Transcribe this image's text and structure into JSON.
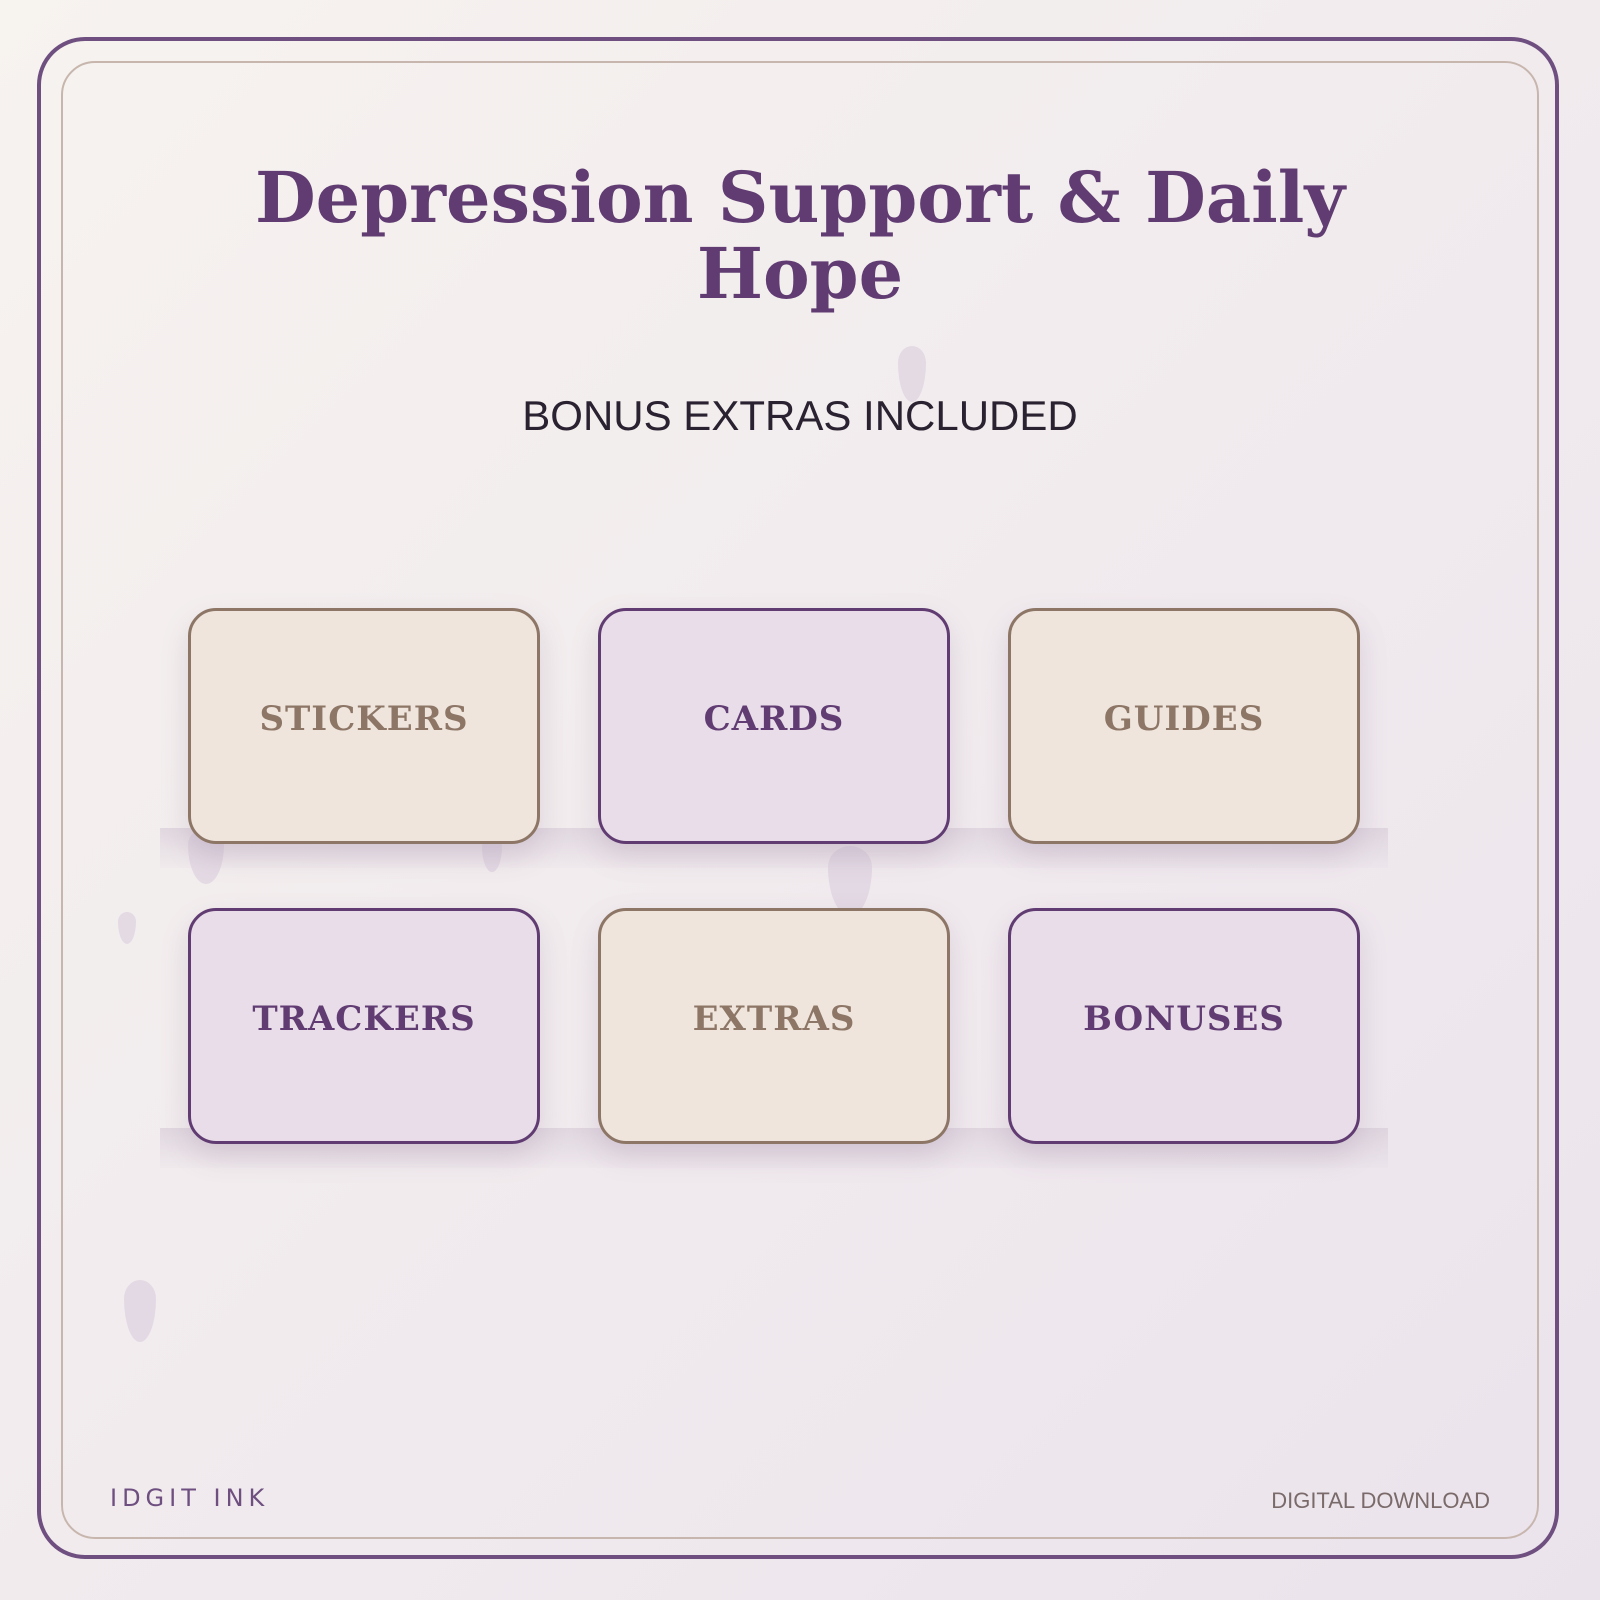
{
  "header": {
    "title": "Depression Support & Daily Hope",
    "subtitle": "BONUS EXTRAS INCLUDED"
  },
  "cards": [
    {
      "label": "STICKERS",
      "style": "beige"
    },
    {
      "label": "CARDS",
      "style": "lilac"
    },
    {
      "label": "GUIDES",
      "style": "beige"
    },
    {
      "label": "TRACKERS",
      "style": "lilac"
    },
    {
      "label": "EXTRAS",
      "style": "beige"
    },
    {
      "label": "BONUSES",
      "style": "lilac"
    }
  ],
  "footer": {
    "brand": "IDGIT INK",
    "tag": "DIGITAL DOWNLOAD"
  },
  "colors": {
    "frame": "#6e4f80",
    "title": "#613c72",
    "beige_card_bg": "#efe5dd",
    "beige_card_text": "#8d7666",
    "lilac_card_bg": "#e8dde9",
    "lilac_card_text": "#613c72",
    "background": "#f3edef"
  }
}
